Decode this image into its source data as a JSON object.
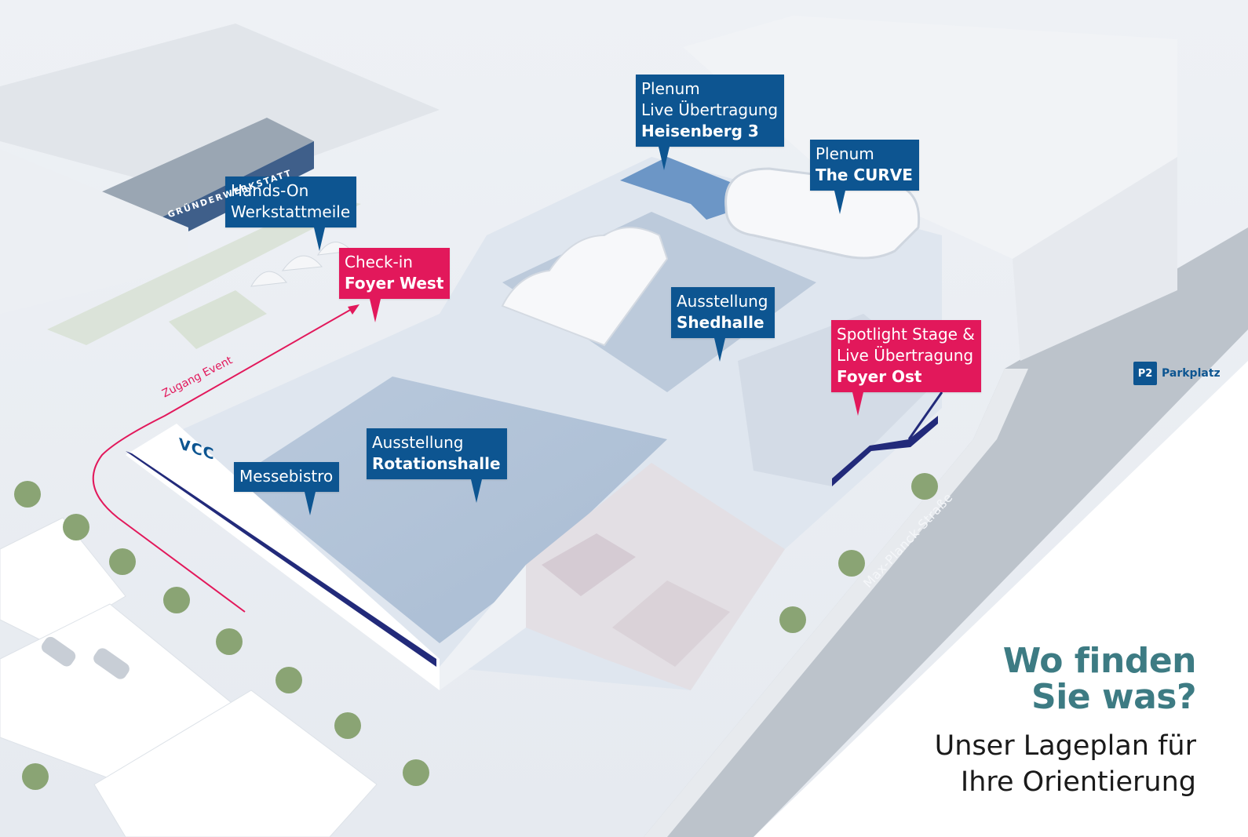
{
  "colors": {
    "blue": "#0d5591",
    "pink": "#e2185b",
    "heading_teal": "#3d7b83",
    "heading_dark": "#1a1a1a"
  },
  "callouts": {
    "plenum_heisenberg": {
      "line1": "Plenum",
      "line2": "Live Übertragung",
      "line3": "Heisenberg 3",
      "color": "blue"
    },
    "plenum_curve": {
      "line1": "Plenum",
      "line2": "The CURVE",
      "color": "blue"
    },
    "hands_on": {
      "line1": "Hands-On",
      "line2": "Werkstattmeile",
      "color": "blue"
    },
    "checkin": {
      "line1": "Check-in",
      "line2": "Foyer West",
      "color": "pink"
    },
    "shedhalle": {
      "line1": "Ausstellung",
      "line2": "Shedhalle",
      "color": "blue"
    },
    "spotlight": {
      "line1": "Spotlight Stage &",
      "line2": "Live Übertragung",
      "line3": "Foyer Ost",
      "color": "pink"
    },
    "rotationshalle": {
      "line1": "Ausstellung",
      "line2": "Rotationshalle",
      "color": "blue"
    },
    "messebistro": {
      "line1": "Messebistro",
      "color": "blue"
    }
  },
  "parking": {
    "badge": "P2",
    "label": "Parkplatz",
    "icon": "parking-sign-icon"
  },
  "street_name": "Max-Planck-Straße",
  "path_label": "Zugang Event",
  "building_signs": {
    "vcc": "VCC",
    "gruenderwerkstatt": "GRÜNDERWERKSTATT"
  },
  "heading": {
    "line1": "Wo finden",
    "line2": "Sie was?",
    "sub1": "Unser Lageplan für",
    "sub2": "Ihre Orientierung"
  }
}
